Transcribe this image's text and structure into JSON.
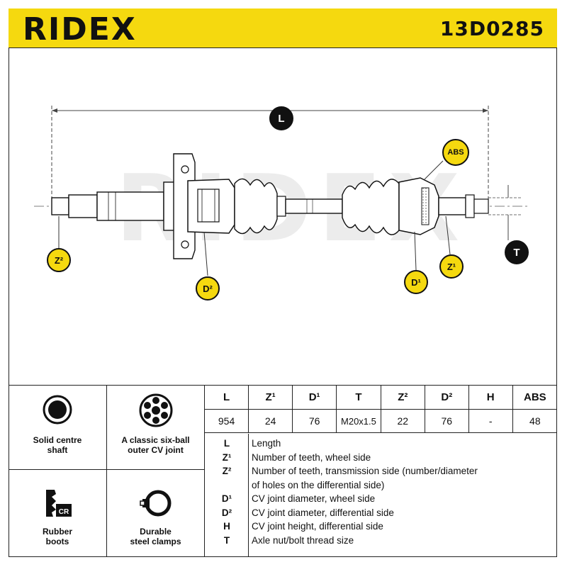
{
  "brand": "RIDEX",
  "part_number": "13D0285",
  "drawing": {
    "watermark": "RIDEX",
    "labels": {
      "L": "L",
      "ABS": "ABS",
      "Z2": "Z²",
      "Z1": "Z¹",
      "D2": "D²",
      "D1": "D¹",
      "T": "T"
    }
  },
  "features": [
    {
      "label_line1": "Solid centre",
      "label_line2": "shaft",
      "icon": "solid-shaft-icon"
    },
    {
      "label_line1": "A classic six-ball",
      "label_line2": "outer CV joint",
      "icon": "six-ball-joint-icon"
    },
    {
      "label_line1": "Rubber",
      "label_line2": "boots",
      "icon": "rubber-boot-icon",
      "badge": "CR"
    },
    {
      "label_line1": "Durable",
      "label_line2": "steel clamps",
      "icon": "steel-clamp-icon"
    }
  ],
  "spec_table": {
    "headers": [
      "L",
      "Z¹",
      "D¹",
      "T",
      "Z²",
      "D²",
      "H",
      "ABS"
    ],
    "values": [
      "954",
      "24",
      "76",
      "M20x1.5",
      "22",
      "76",
      "-",
      "48"
    ]
  },
  "legend": [
    {
      "sym": "L",
      "desc": "Length"
    },
    {
      "sym": "Z¹",
      "desc": "Number of teeth, wheel side"
    },
    {
      "sym": "Z²",
      "desc": "Number of teeth, transmission side (number/diameter"
    },
    {
      "sym": "",
      "desc": "of holes on the differential side)"
    },
    {
      "sym": "D¹",
      "desc": "CV joint diameter, wheel side"
    },
    {
      "sym": "D²",
      "desc": "CV joint diameter, differential side"
    },
    {
      "sym": "H",
      "desc": "CV joint height, differential side"
    },
    {
      "sym": "T",
      "desc": "Axle nut/bolt thread size"
    }
  ],
  "colors": {
    "accent": "#f5d90f",
    "ink": "#111111"
  }
}
